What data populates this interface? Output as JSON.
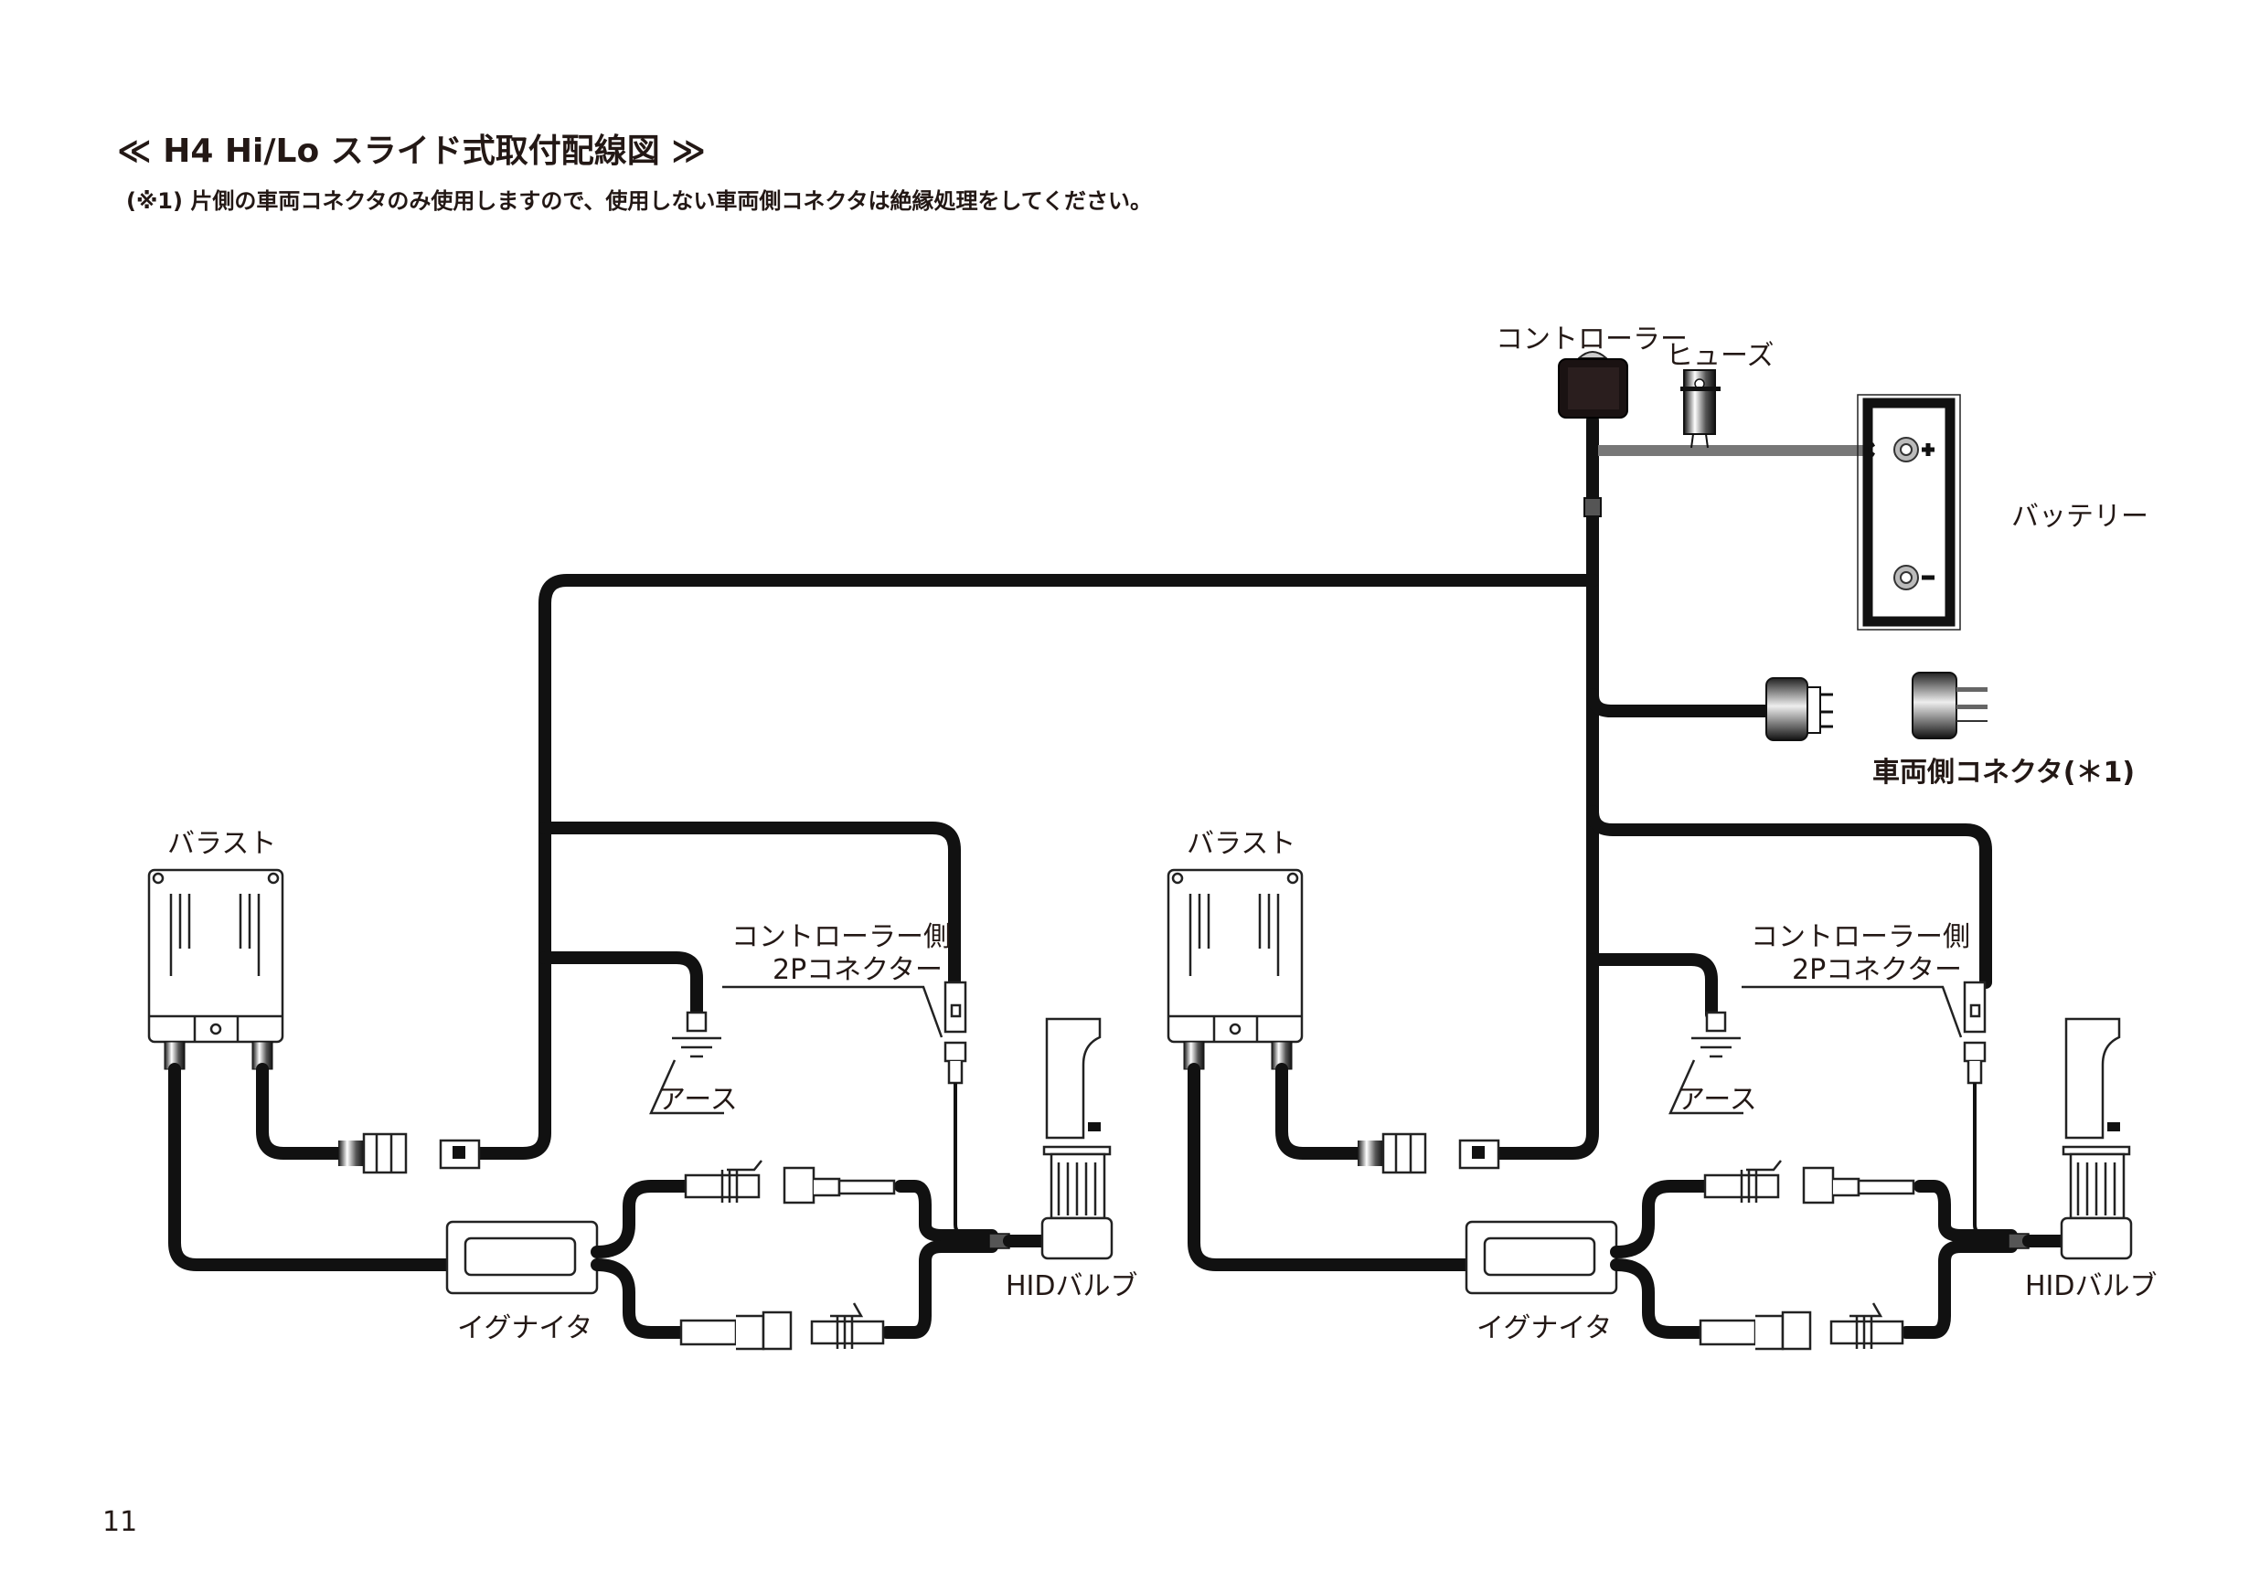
{
  "header": {
    "title": "≪ H4 Hi/Lo スライド式取付配線図 ≫",
    "note": "(※1) 片側の車両コネクタのみ使用しますので、使用しない車両側コネクタは絶縁処理をしてください。"
  },
  "labels": {
    "controller": "コントローラー",
    "fuse": "ヒューズ",
    "battery": "バッテリー",
    "vehicle_connector": "車両側コネクタ(＊1)",
    "battery_plus": "+",
    "battery_minus": "−"
  },
  "left_unit": {
    "ballast": "バラスト",
    "controller_2p_line1": "コントローラー側",
    "controller_2p_line2": "2Pコネクター",
    "earth": "アース",
    "ignitor": "イグナイタ",
    "hid_bulb": "HIDバルブ"
  },
  "right_unit": {
    "ballast": "バラスト",
    "controller_2p_line1": "コントローラー側",
    "controller_2p_line2": "2Pコネクター",
    "earth": "アース",
    "ignitor": "イグナイタ",
    "hid_bulb": "HIDバルブ"
  },
  "footer": {
    "page_number": "11"
  }
}
